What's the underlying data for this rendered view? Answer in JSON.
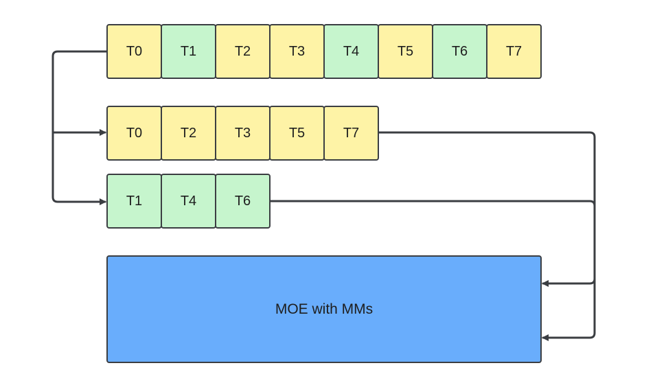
{
  "colors": {
    "yellow": "#fef3a6",
    "green": "#c6f5cd",
    "blue": "#69adfc",
    "stroke": "#3b3e42"
  },
  "input_sequence": [
    {
      "label": "T0",
      "color": "yellow"
    },
    {
      "label": "T1",
      "color": "green"
    },
    {
      "label": "T2",
      "color": "yellow"
    },
    {
      "label": "T3",
      "color": "yellow"
    },
    {
      "label": "T4",
      "color": "green"
    },
    {
      "label": "T5",
      "color": "yellow"
    },
    {
      "label": "T6",
      "color": "green"
    },
    {
      "label": "T7",
      "color": "yellow"
    }
  ],
  "yellow_group": [
    {
      "label": "T0",
      "color": "yellow"
    },
    {
      "label": "T2",
      "color": "yellow"
    },
    {
      "label": "T3",
      "color": "yellow"
    },
    {
      "label": "T5",
      "color": "yellow"
    },
    {
      "label": "T7",
      "color": "yellow"
    }
  ],
  "green_group": [
    {
      "label": "T1",
      "color": "green"
    },
    {
      "label": "T4",
      "color": "green"
    },
    {
      "label": "T6",
      "color": "green"
    }
  ],
  "moe": {
    "label": "MOE with MMs"
  }
}
